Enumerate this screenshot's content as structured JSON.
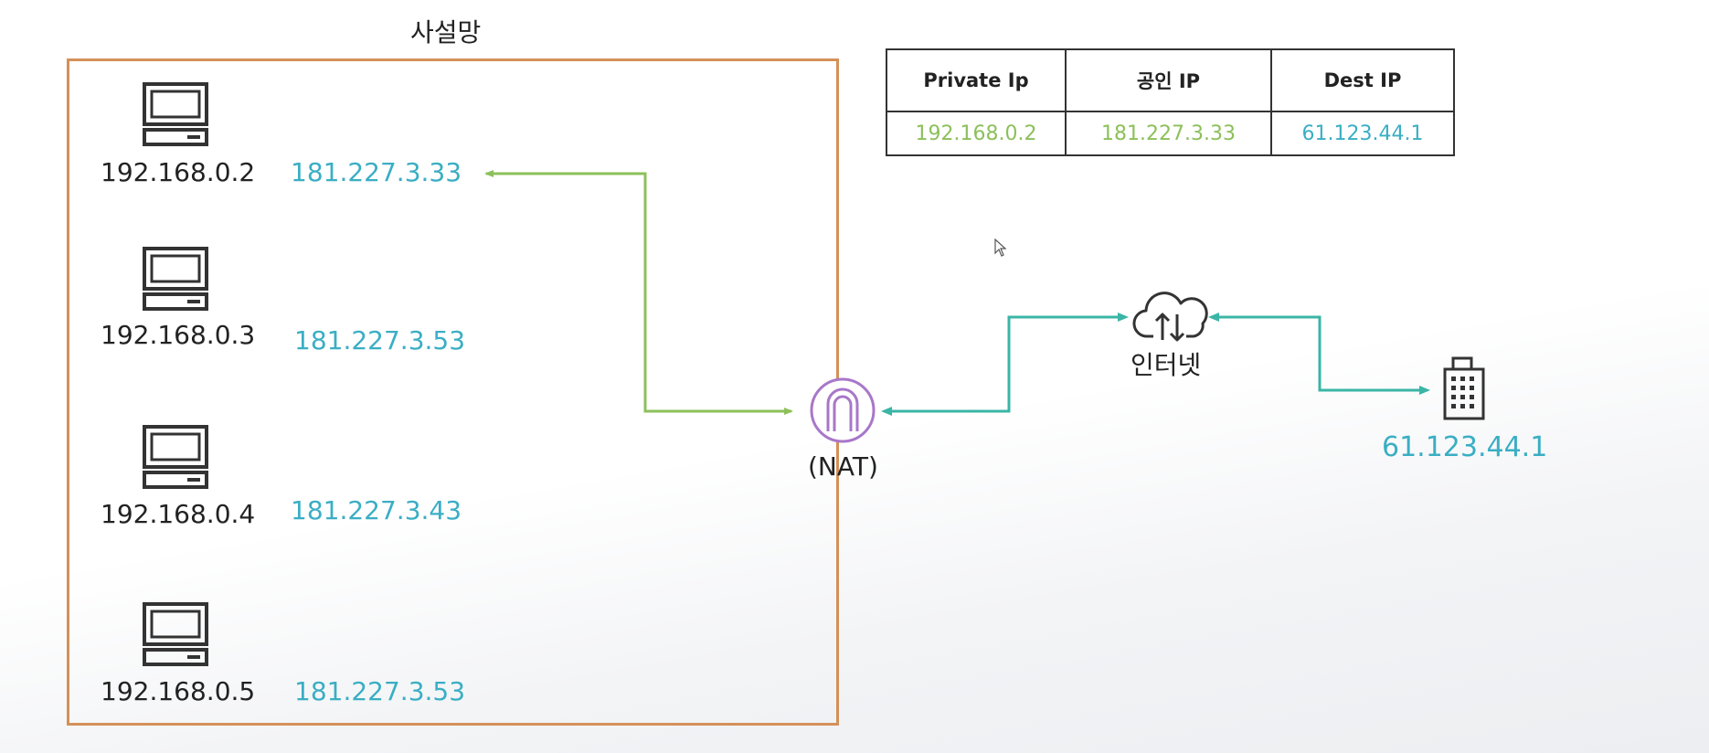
{
  "private_network": {
    "title": "사설망",
    "hosts": [
      {
        "private_ip": "192.168.0.2",
        "public_ip": "181.227.3.33"
      },
      {
        "private_ip": "192.168.0.3",
        "public_ip": "181.227.3.53"
      },
      {
        "private_ip": "192.168.0.4",
        "public_ip": "181.227.3.43"
      },
      {
        "private_ip": "192.168.0.5",
        "public_ip": "181.227.3.53"
      }
    ]
  },
  "nat": {
    "label": "(NAT)"
  },
  "internet": {
    "label": "인터넷"
  },
  "destination": {
    "ip": "61.123.44.1"
  },
  "table": {
    "headers": [
      "Private Ip",
      "공인 IP",
      "Dest IP"
    ],
    "row": [
      "192.168.0.2",
      "181.227.3.33",
      "61.123.44.1"
    ]
  },
  "colors": {
    "box_border": "#d49058",
    "green_arrow": "#8cc05a",
    "teal_arrow": "#3ab5a6",
    "public_ip": "#3aaec4",
    "nat_icon": "#a877c9"
  },
  "icons": [
    "computer-icon",
    "nat-gateway-icon",
    "cloud-updown-icon",
    "building-icon",
    "mouse-cursor-icon"
  ]
}
